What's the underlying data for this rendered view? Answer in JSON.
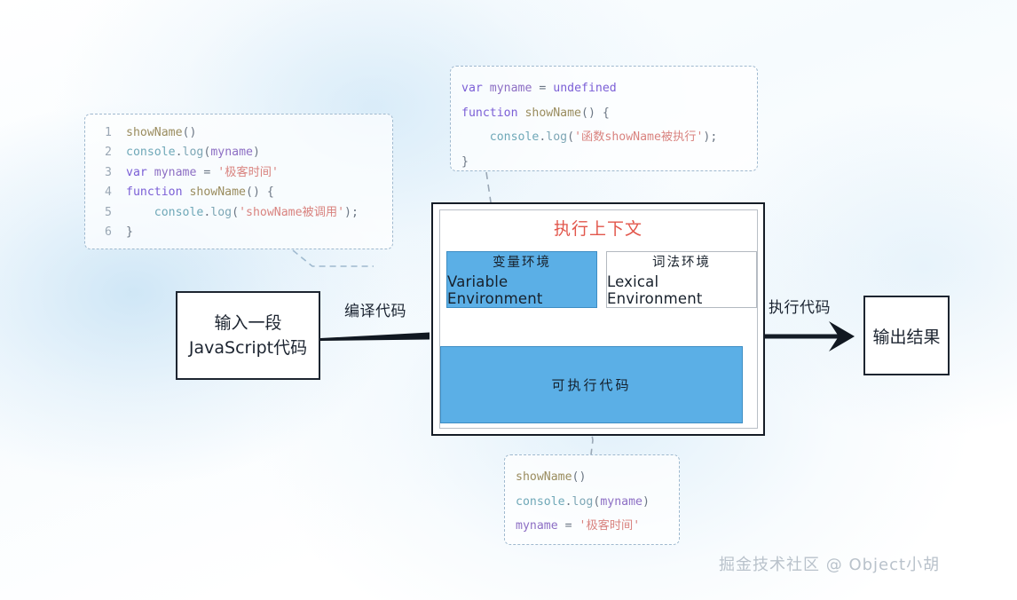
{
  "diagram": {
    "title_execution_context": "执行上下文",
    "watermark": "掘金技术社区 @ Object小胡",
    "accent_blue": "#5bafe6",
    "accent_red": "#e2564b",
    "border_dark": "#1d2530",
    "dashed_border": "#9fb9cf"
  },
  "code_left": {
    "lines": [
      {
        "num": "1",
        "tokens": [
          {
            "t": "showName",
            "c": "fn"
          },
          {
            "t": "()",
            "c": "punc"
          }
        ]
      },
      {
        "num": "2",
        "tokens": [
          {
            "t": "console",
            "c": "obj"
          },
          {
            "t": ".",
            "c": "punc"
          },
          {
            "t": "log",
            "c": "prop"
          },
          {
            "t": "(",
            "c": "punc"
          },
          {
            "t": "myname",
            "c": "var"
          },
          {
            "t": ")",
            "c": "punc"
          }
        ]
      },
      {
        "num": "3",
        "tokens": [
          {
            "t": "var",
            "c": "kw"
          },
          {
            "t": " ",
            "c": "plain"
          },
          {
            "t": "myname",
            "c": "var"
          },
          {
            "t": " ",
            "c": "plain"
          },
          {
            "t": "=",
            "c": "punc"
          },
          {
            "t": " ",
            "c": "plain"
          },
          {
            "t": "'极客时间'",
            "c": "str"
          }
        ]
      },
      {
        "num": "4",
        "tokens": [
          {
            "t": "function",
            "c": "kw"
          },
          {
            "t": " ",
            "c": "plain"
          },
          {
            "t": "showName",
            "c": "fn"
          },
          {
            "t": "() {",
            "c": "punc"
          }
        ]
      },
      {
        "num": "5",
        "tokens": [
          {
            "t": "    ",
            "c": "plain"
          },
          {
            "t": "console",
            "c": "obj"
          },
          {
            "t": ".",
            "c": "punc"
          },
          {
            "t": "log",
            "c": "prop"
          },
          {
            "t": "(",
            "c": "punc"
          },
          {
            "t": "'showName被调用'",
            "c": "str"
          },
          {
            "t": ");",
            "c": "punc"
          }
        ]
      },
      {
        "num": "6",
        "tokens": [
          {
            "t": "}",
            "c": "punc"
          }
        ]
      }
    ]
  },
  "code_top": {
    "lines": [
      {
        "num": "",
        "tokens": [
          {
            "t": "var",
            "c": "kw"
          },
          {
            "t": " ",
            "c": "plain"
          },
          {
            "t": "myname",
            "c": "var"
          },
          {
            "t": " ",
            "c": "plain"
          },
          {
            "t": "=",
            "c": "punc"
          },
          {
            "t": " ",
            "c": "plain"
          },
          {
            "t": "undefined",
            "c": "val"
          }
        ]
      },
      {
        "num": "",
        "tokens": [
          {
            "t": "function",
            "c": "kw"
          },
          {
            "t": " ",
            "c": "plain"
          },
          {
            "t": "showName",
            "c": "fn"
          },
          {
            "t": "() {",
            "c": "punc"
          }
        ]
      },
      {
        "num": "",
        "tokens": [
          {
            "t": "    ",
            "c": "plain"
          },
          {
            "t": "console",
            "c": "obj"
          },
          {
            "t": ".",
            "c": "punc"
          },
          {
            "t": "log",
            "c": "prop"
          },
          {
            "t": "(",
            "c": "punc"
          },
          {
            "t": "'函数showName被执行'",
            "c": "str"
          },
          {
            "t": ");",
            "c": "punc"
          }
        ]
      },
      {
        "num": "",
        "tokens": [
          {
            "t": "}",
            "c": "punc"
          }
        ]
      }
    ]
  },
  "code_bottom": {
    "lines": [
      {
        "num": "",
        "tokens": [
          {
            "t": "showName",
            "c": "fn"
          },
          {
            "t": "()",
            "c": "punc"
          }
        ]
      },
      {
        "num": "",
        "tokens": [
          {
            "t": "console",
            "c": "obj"
          },
          {
            "t": ".",
            "c": "punc"
          },
          {
            "t": "log",
            "c": "prop"
          },
          {
            "t": "(",
            "c": "punc"
          },
          {
            "t": "myname",
            "c": "var"
          },
          {
            "t": ")",
            "c": "punc"
          }
        ]
      },
      {
        "num": "",
        "tokens": [
          {
            "t": "myname",
            "c": "var"
          },
          {
            "t": " ",
            "c": "plain"
          },
          {
            "t": "=",
            "c": "punc"
          },
          {
            "t": " ",
            "c": "plain"
          },
          {
            "t": "'极客时间'",
            "c": "str"
          }
        ]
      }
    ]
  },
  "boxes": {
    "input_line1": "输入一段",
    "input_line2": "JavaScript代码",
    "output": "输出结果"
  },
  "environments": {
    "variable": {
      "cn": "变量环境",
      "en": "Variable Environment"
    },
    "lexical": {
      "cn": "词法环境",
      "en": "Lexical Environment"
    },
    "executable_code": "可执行代码"
  },
  "arrows": {
    "compile_label": "编译代码",
    "execute_label": "执行代码"
  }
}
